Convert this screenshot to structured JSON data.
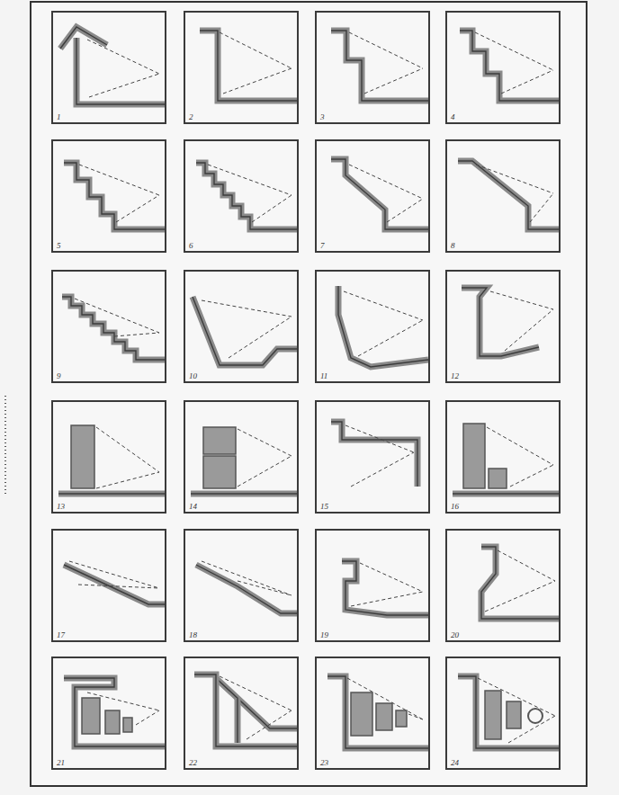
{
  "diagram": {
    "nodes": [
      {
        "text": [
          "1"
        ]
      },
      {
        "text": [
          "2"
        ]
      },
      {
        "text": [
          "3"
        ]
      },
      {
        "text": [
          "4"
        ]
      },
      {
        "text": [
          "5"
        ]
      },
      {
        "text": [
          "6"
        ]
      },
      {
        "text": [
          "7"
        ]
      },
      {
        "text": [
          "8"
        ]
      },
      {
        "text": [
          "9"
        ]
      },
      {
        "text": [
          "10"
        ]
      },
      {
        "text": [
          "11"
        ]
      },
      {
        "text": [
          "12"
        ]
      },
      {
        "text": [
          "13"
        ]
      },
      {
        "text": [
          "14"
        ]
      },
      {
        "text": [
          "15"
        ]
      },
      {
        "text": [
          "16"
        ]
      },
      {
        "text": [
          "17"
        ]
      },
      {
        "text": [
          "18"
        ]
      },
      {
        "text": [
          "19"
        ]
      },
      {
        "text": [
          "20"
        ]
      },
      {
        "text": [
          "21"
        ]
      },
      {
        "text": [
          "22"
        ]
      },
      {
        "text": [
          "23"
        ]
      },
      {
        "text": [
          "24"
        ]
      }
    ]
  }
}
